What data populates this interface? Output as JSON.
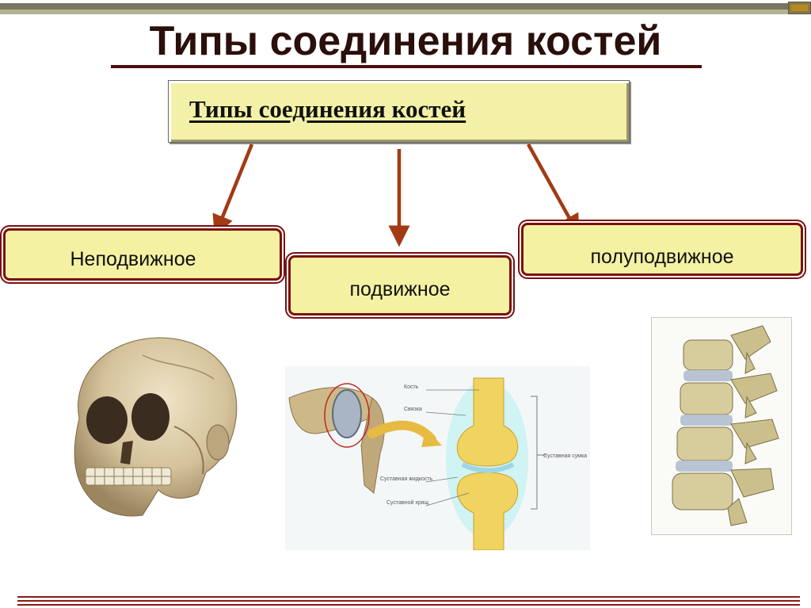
{
  "slide": {
    "title": "Типы соединения костей"
  },
  "diagram": {
    "header": "Типы соединения костей",
    "categories": [
      {
        "label": "Неподвижное"
      },
      {
        "label": "подвижное"
      },
      {
        "label": "полуподвижное"
      }
    ]
  },
  "joint_figure": {
    "labels": [
      "Кость",
      "Связка",
      "Суставная жидкость",
      "Суставной хрящ",
      "Суставная сумка"
    ]
  },
  "colors": {
    "title": "#2a0f0a",
    "box_fill": "#f4f1a3",
    "box_border": "#7a1010",
    "arrow": "#a23a14",
    "bar_dark": "#7a7560",
    "bar_olive": "#b3b292"
  },
  "icons": {
    "corner": "corner-decoration",
    "skull": "skull-image",
    "joint": "joint-diagram-image",
    "spine": "spine-image"
  }
}
